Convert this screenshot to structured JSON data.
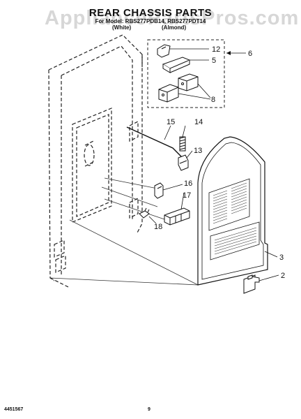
{
  "watermark": "AppliancePartsPros.com",
  "header": {
    "title": "REAR CHASSIS PARTS",
    "subtitle": "For Model: RBS277PDB14, RBS277PDT14",
    "variant_white": "(White)",
    "variant_almond": "(Almond)"
  },
  "callouts": {
    "c2": "2",
    "c3": "3",
    "c5": "5",
    "c6": "6",
    "c8": "8",
    "c12": "12",
    "c13": "13",
    "c14": "14",
    "c15": "15",
    "c16": "16",
    "c17": "17",
    "c18": "18"
  },
  "footer": {
    "doc_number": "4451567",
    "page_number": "9"
  }
}
